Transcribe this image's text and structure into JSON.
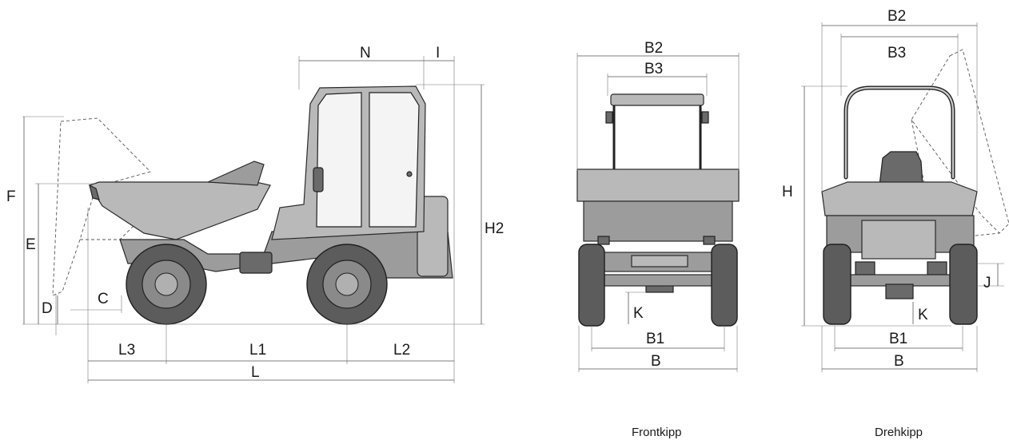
{
  "side_view": {
    "labels": {
      "N": "N",
      "I": "I",
      "F": "F",
      "E": "E",
      "D": "D",
      "C": "C",
      "H2": "H2",
      "L3": "L3",
      "L1": "L1",
      "L2": "L2",
      "L": "L"
    }
  },
  "front_view": {
    "caption": "Frontkipp",
    "labels": {
      "B2": "B2",
      "B3": "B3",
      "K": "K",
      "B1": "B1",
      "B": "B"
    }
  },
  "rear_view": {
    "caption": "Drehkipp",
    "labels": {
      "B2": "B2",
      "B3": "B3",
      "H": "H",
      "J": "J",
      "K": "K",
      "B1": "B1",
      "B": "B"
    }
  }
}
